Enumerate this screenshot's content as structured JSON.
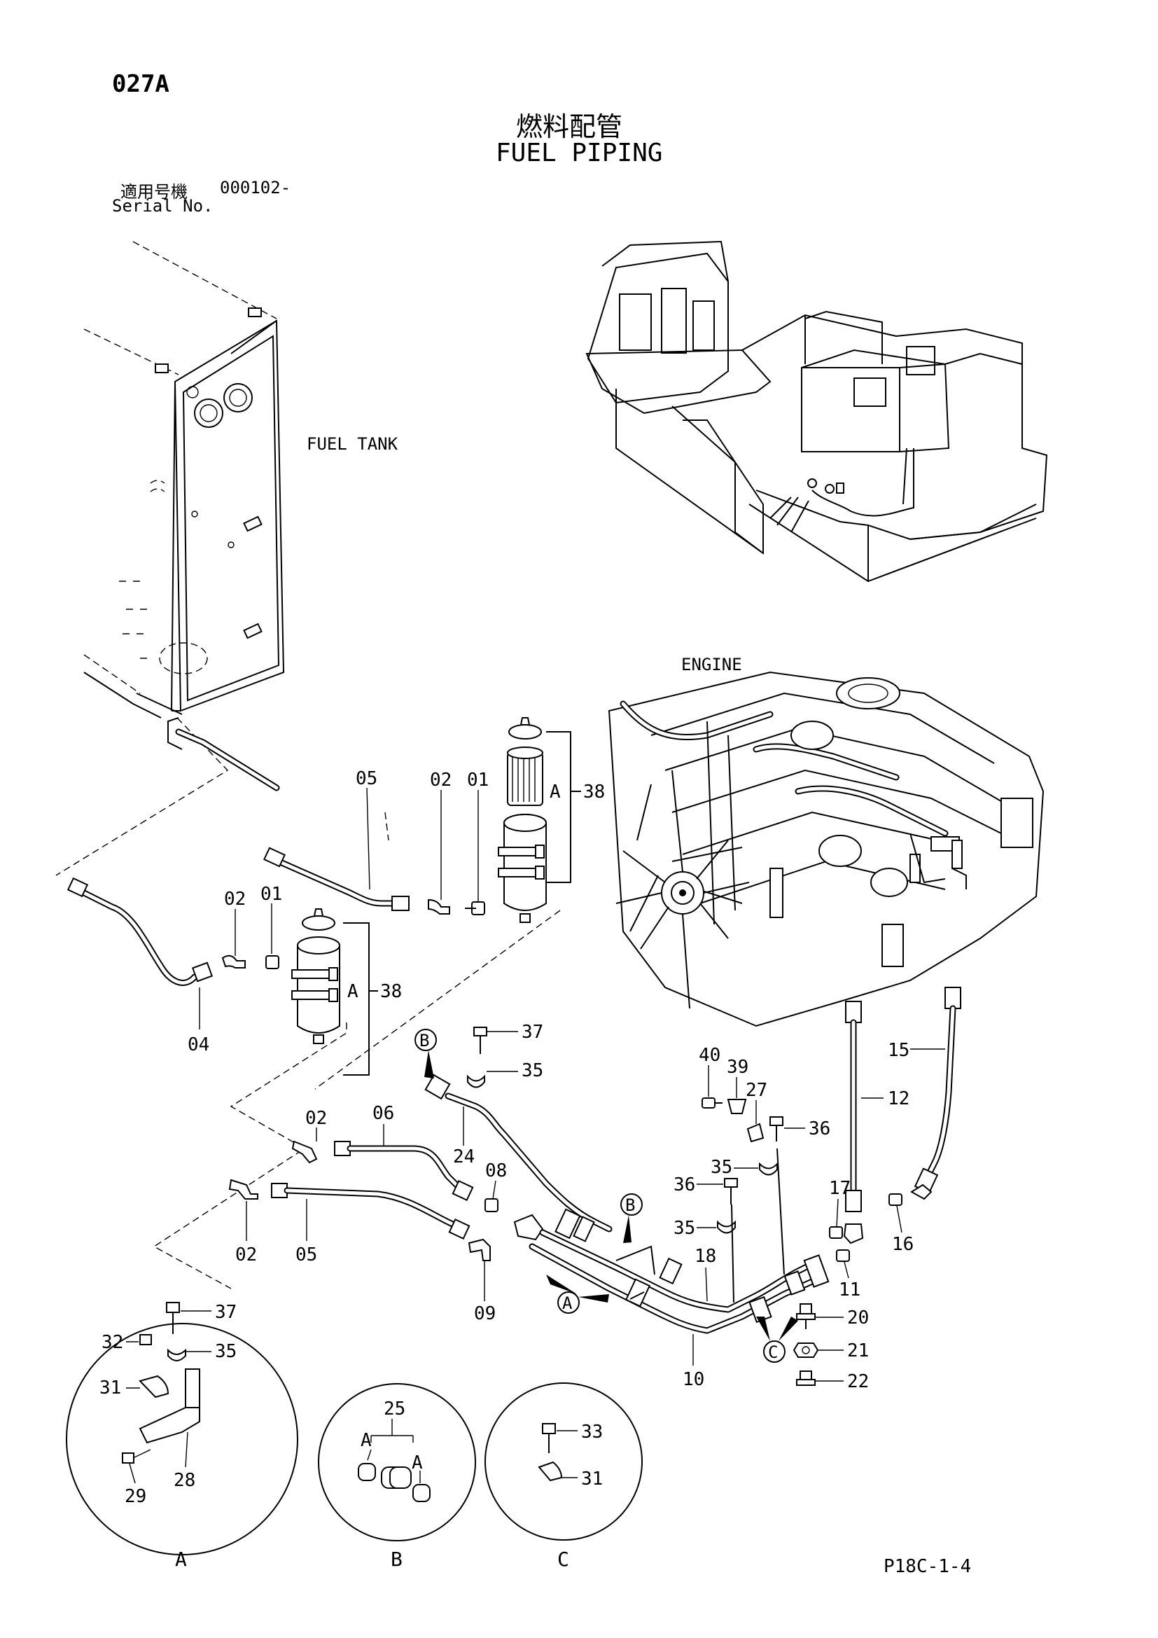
{
  "sheet": {
    "code": "027A",
    "title_jp": "燃料配管",
    "title_en": "FUEL PIPING",
    "serial_label_jp": "適用号機",
    "serial_value": "000102-",
    "serial_label_en": "Serial No.",
    "page_ref": "P18C-1-4"
  },
  "components": {
    "fuel_tank": "FUEL TANK",
    "engine": "ENGINE"
  },
  "part_numbers": {
    "p01a": "01",
    "p02a": "02",
    "p05a": "05",
    "p38a": "38",
    "p38a_ref": "A",
    "p01b": "01",
    "p02b": "02",
    "p04": "04",
    "p38b": "38",
    "p38b_ref": "A",
    "p02c": "02",
    "p06": "06",
    "p08": "08",
    "p02d": "02",
    "p05b": "05",
    "p09": "09",
    "p37a": "37",
    "p35a": "35",
    "p24": "24",
    "p40": "40",
    "p39": "39",
    "p27": "27",
    "p36a": "36",
    "p35b": "35",
    "p36b": "36",
    "p35c": "35",
    "p18": "18",
    "p10": "10",
    "p12": "12",
    "p15": "15",
    "p17": "17",
    "p16": "16",
    "p11": "11",
    "p20": "20",
    "p21": "21",
    "p22": "22"
  },
  "callouts": {
    "b_top": "B",
    "b_mid": "B",
    "a_mid": "A",
    "c_mid": "C"
  },
  "details": {
    "a": {
      "label": "A",
      "parts": {
        "p37": "37",
        "p32": "32",
        "p35": "35",
        "p31": "31",
        "p28": "28",
        "p29": "29"
      }
    },
    "b": {
      "label": "B",
      "parts": {
        "p25": "25",
        "ref_left": "A",
        "ref_right": "A"
      }
    },
    "c": {
      "label": "C",
      "parts": {
        "p33": "33",
        "p31": "31"
      }
    }
  }
}
